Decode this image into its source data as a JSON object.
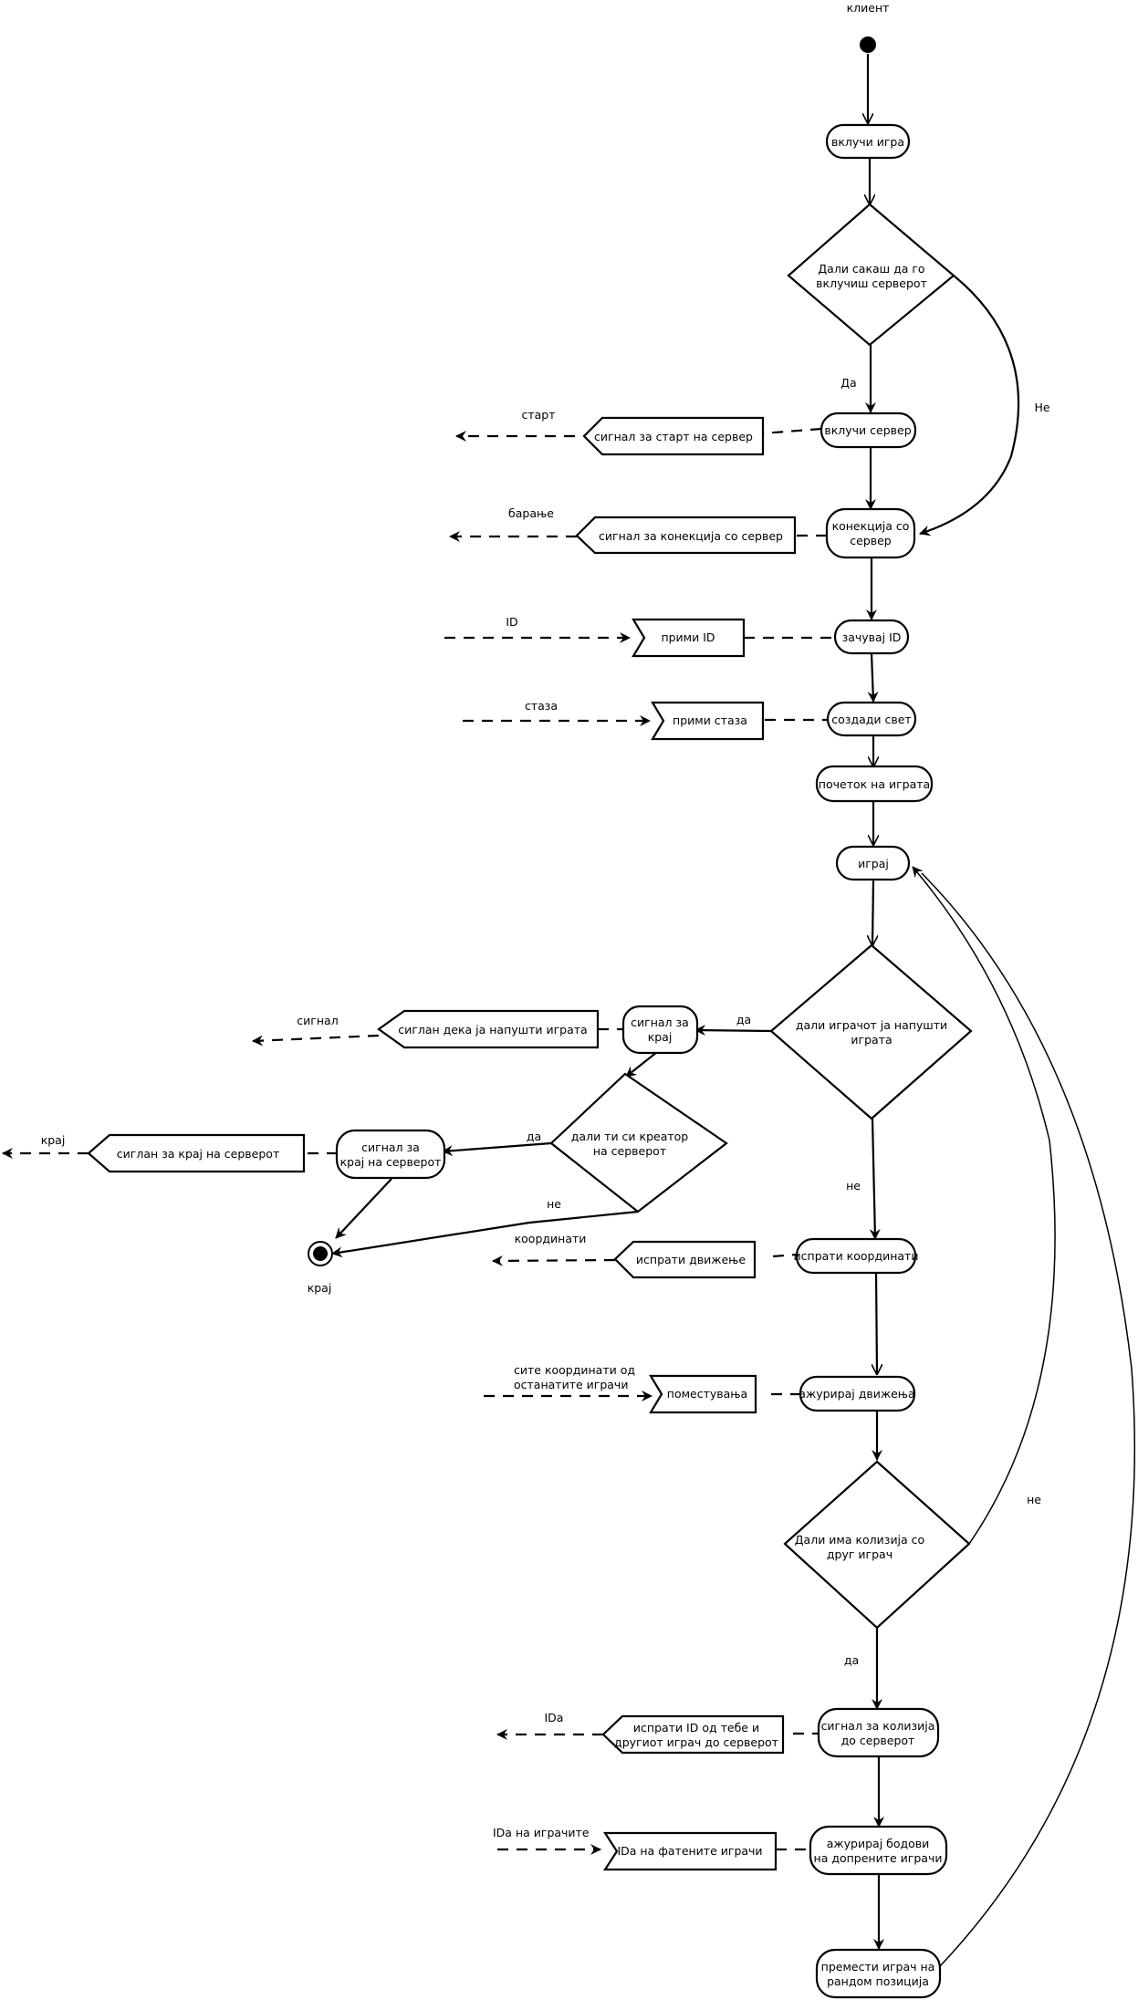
{
  "diagram": {
    "type": "UML activity diagram",
    "swimlane_title": "клиент",
    "start_node": "initial",
    "end_node_label": "крај",
    "actions": [
      {
        "id": "a1",
        "text": [
          "вклучи игра"
        ]
      },
      {
        "id": "a2",
        "text": [
          "вклучи сервер"
        ]
      },
      {
        "id": "a3",
        "text": [
          "конекција со",
          "сервер"
        ]
      },
      {
        "id": "a4",
        "text": [
          "зачувај ID"
        ]
      },
      {
        "id": "a5",
        "text": [
          "создади свет"
        ]
      },
      {
        "id": "a6",
        "text": [
          "почеток на играта"
        ]
      },
      {
        "id": "a7",
        "text": [
          "играј"
        ]
      },
      {
        "id": "a8",
        "text": [
          "сигнал за",
          "крај"
        ]
      },
      {
        "id": "a9",
        "text": [
          "сигнал за",
          "крај на серверот"
        ]
      },
      {
        "id": "a10",
        "text": [
          "испрати координати"
        ]
      },
      {
        "id": "a11",
        "text": [
          "ажурирај движења"
        ]
      },
      {
        "id": "a12",
        "text": [
          "сигнал за колизија",
          "до серверот"
        ]
      },
      {
        "id": "a13",
        "text": [
          "ажурирај бодови",
          "на допрените играчи"
        ]
      },
      {
        "id": "a14",
        "text": [
          "премести играч на",
          "рандом позиција"
        ]
      }
    ],
    "decisions": [
      {
        "id": "d1",
        "text": [
          "Дали сакаш да го",
          "вклучиш серверот"
        ]
      },
      {
        "id": "d2",
        "text": [
          "дали играчот ја напушти",
          "играта"
        ]
      },
      {
        "id": "d3",
        "text": [
          "дали ти си креатор",
          "на серверот"
        ]
      },
      {
        "id": "d4",
        "text": [
          "Дали има колизија со",
          "друг играч"
        ]
      }
    ],
    "send_signals": [
      {
        "id": "s1",
        "text": [
          "сигнал за старт на сервер"
        ],
        "flow_label": "старт"
      },
      {
        "id": "s2",
        "text": [
          "сигнал за конекција со сервер"
        ],
        "flow_label": "барање"
      },
      {
        "id": "s3",
        "text": [
          "сиглан дека ја напушти играта"
        ],
        "flow_label": "сигнал"
      },
      {
        "id": "s4",
        "text": [
          "сиглан за крај на серверот"
        ],
        "flow_label": "крај"
      },
      {
        "id": "s5",
        "text": [
          "испрати движење"
        ],
        "flow_label": "координати"
      },
      {
        "id": "s6",
        "text": [
          "испрати ID од тебе и",
          "другиот играч до серверот"
        ],
        "flow_label": "IDa"
      }
    ],
    "receive_signals": [
      {
        "id": "r1",
        "text": [
          "прими ID"
        ],
        "flow_label": "ID"
      },
      {
        "id": "r2",
        "text": [
          "прими стаза"
        ],
        "flow_label": "стаза"
      },
      {
        "id": "r3",
        "text": [
          "поместувања"
        ],
        "flow_label": [
          "сите координати од",
          "останатите играчи"
        ]
      },
      {
        "id": "r4",
        "text": [
          "IDa на фатените играчи"
        ],
        "flow_label": "IDa на играчите"
      }
    ],
    "guards": {
      "d1_yes": "Да",
      "d1_no": "Не",
      "d2_yes": "да",
      "d2_no": "не",
      "d3_yes": "да",
      "d3_no": "не",
      "d4_yes": "да",
      "d4_no": "не"
    }
  }
}
